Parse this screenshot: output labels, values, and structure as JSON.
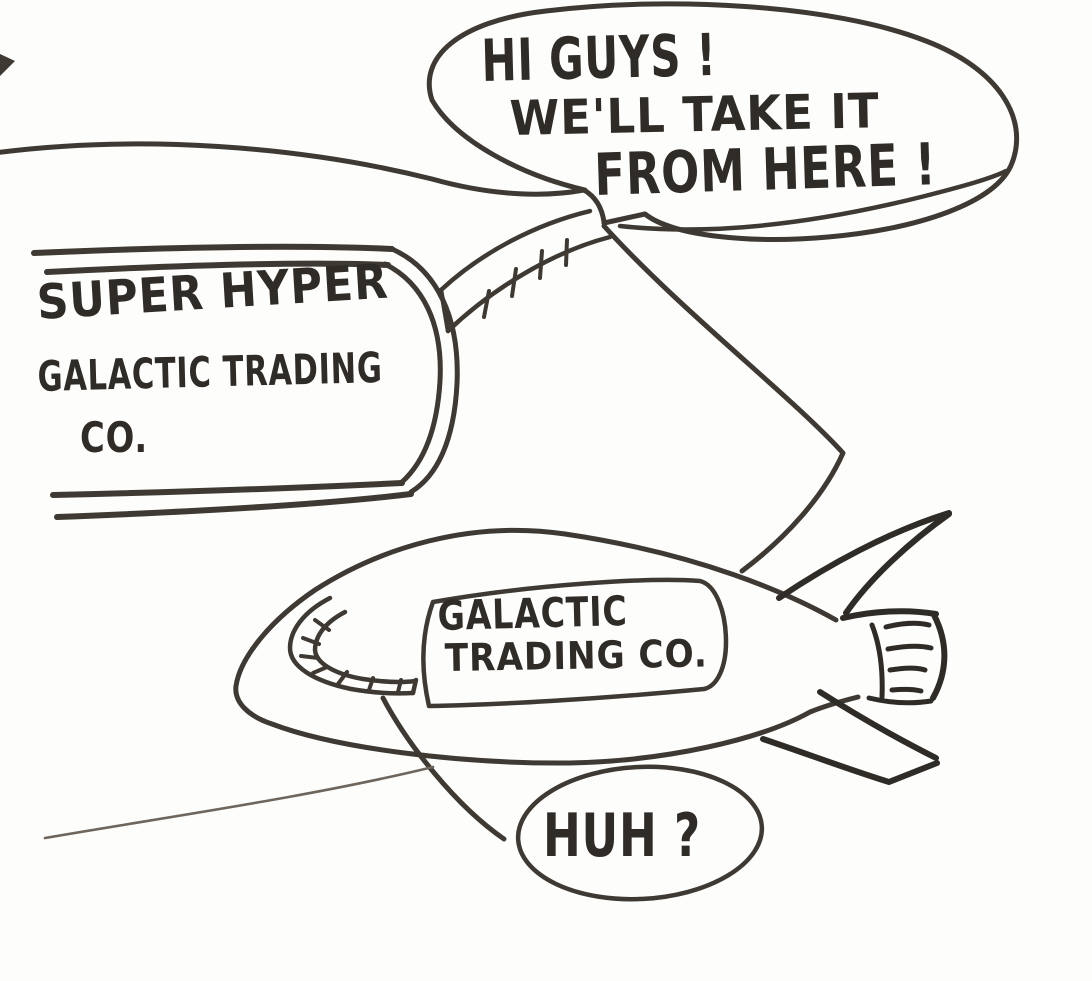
{
  "scene": {
    "description": "Hand-drawn marker cartoon: a giant mothership hails a small rocket ship",
    "paper_color": "#fdfdfb",
    "ink_color": "#3e3a33",
    "ink_dark": "#2f2b27",
    "pencil_color": "#6e665c"
  },
  "speech_bubbles": {
    "mothership": {
      "lines": [
        "HI GUYS !",
        "WE'LL TAKE IT",
        "FROM HERE !"
      ]
    },
    "rocket": {
      "text": "HUH ?"
    }
  },
  "ships": {
    "mothership": {
      "label_lines": [
        "SUPER HYPER",
        "GALACTIC TRADING",
        "CO."
      ]
    },
    "rocket": {
      "label_lines": [
        "GALACTIC",
        "TRADING CO."
      ]
    }
  }
}
